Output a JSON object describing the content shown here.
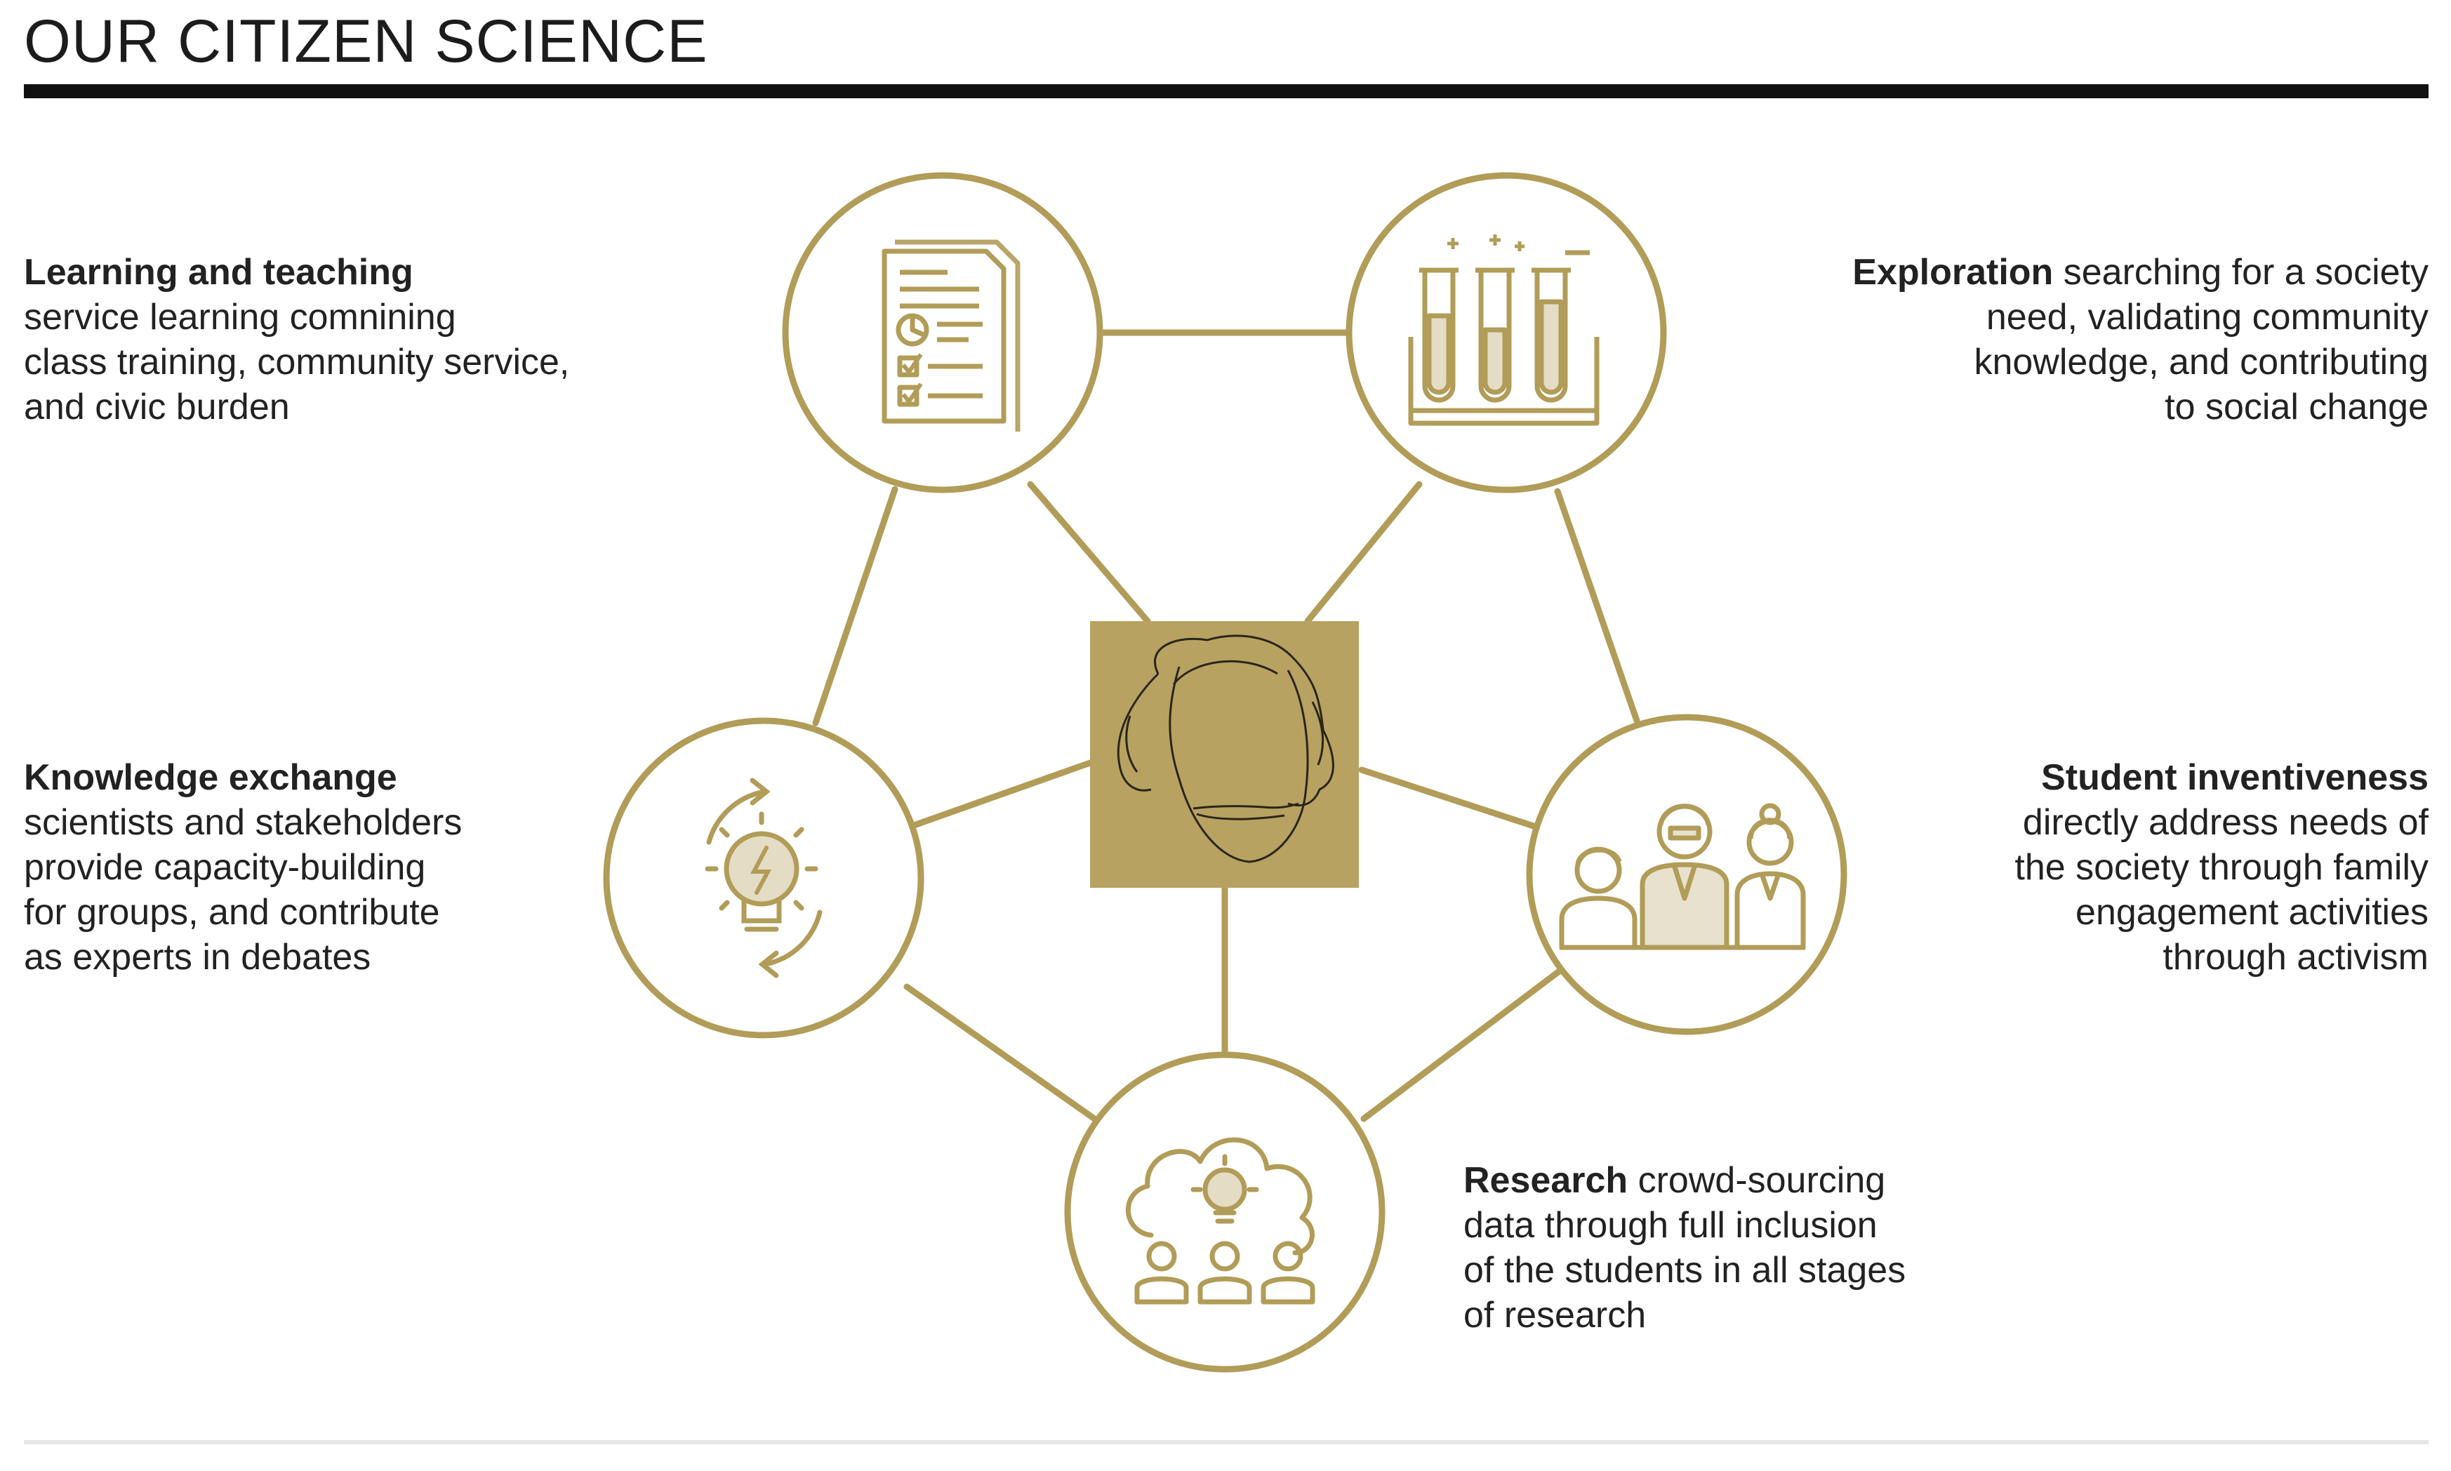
{
  "title": "OUR CITIZEN SCIENCE",
  "colors": {
    "gold": "#b19c58",
    "gold_fill": "#b8a262",
    "text": "#222222",
    "rule": "#111111"
  },
  "nodes": {
    "learning": {
      "icon": "documents-checklist-icon",
      "heading": "Learning and teaching",
      "lines": [
        "service learning comnining",
        "class training, community service,",
        "and civic burden"
      ]
    },
    "exploration": {
      "icon": "test-tubes-icon",
      "heading": "Exploration",
      "lines": [
        " searching for a society",
        "need, validating community",
        "knowledge, and contributing",
        "to social change"
      ]
    },
    "knowledge": {
      "icon": "lightbulb-cycle-icon",
      "heading": "Knowledge exchange",
      "lines": [
        "scientists and stakeholders",
        "provide capacity-building",
        "for groups, and contribute",
        "as experts in debates"
      ]
    },
    "inventiveness": {
      "icon": "people-group-icon",
      "heading": "Student inventiveness",
      "lines": [
        "directly address needs of",
        "the society through family",
        "engagement activities",
        "through activism"
      ]
    },
    "research": {
      "icon": "cloud-idea-people-icon",
      "heading": "Research",
      "lines": [
        " crowd-sourcing",
        "data through full inclusion",
        "of the students in all stages",
        "of research"
      ]
    }
  },
  "center": {
    "icon": "portrait-sketch-icon"
  }
}
